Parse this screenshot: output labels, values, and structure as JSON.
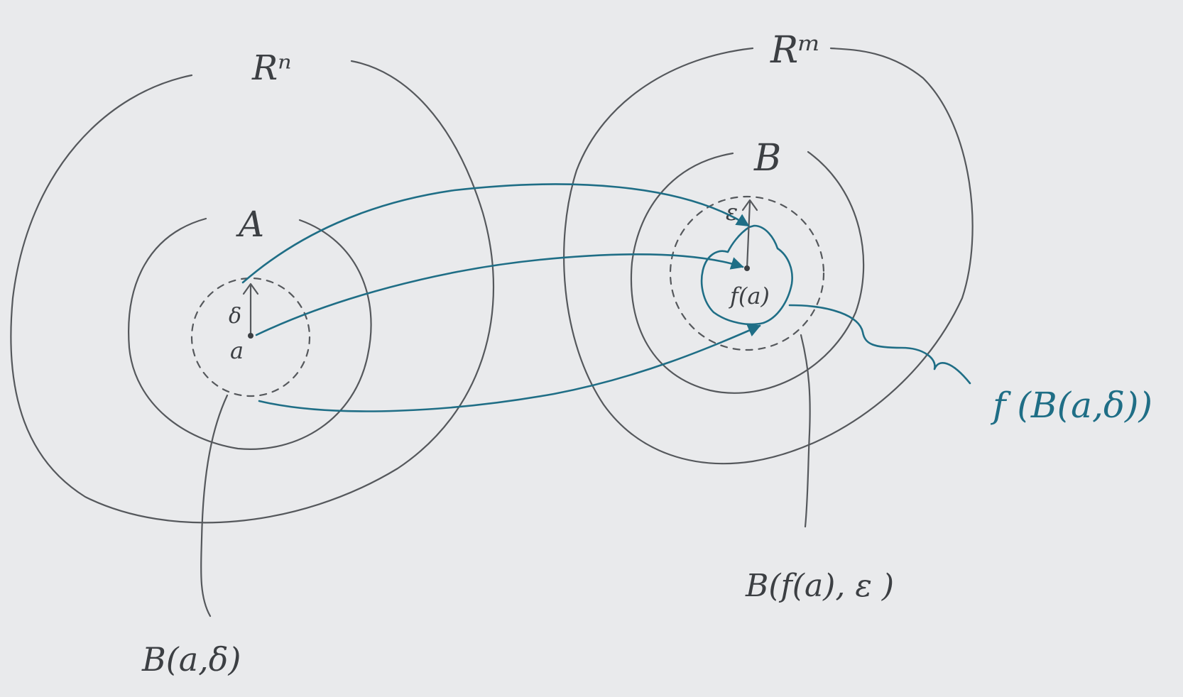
{
  "diagram": {
    "labels": {
      "domain_space": "Rⁿ",
      "codomain_space": "Rᵐ",
      "set_a": "A",
      "set_b": "B",
      "point_a": "a",
      "delta": "δ",
      "epsilon": "ε",
      "image_point": "f(a)",
      "ball_delta": "B(a,δ)",
      "ball_epsilon": "B(f(a), ε )",
      "image_of_ball": "f (B(a,δ))"
    },
    "colors": {
      "paper": "#e9eaec",
      "pencil": "#55585c",
      "ink": "#1f6e86"
    }
  }
}
